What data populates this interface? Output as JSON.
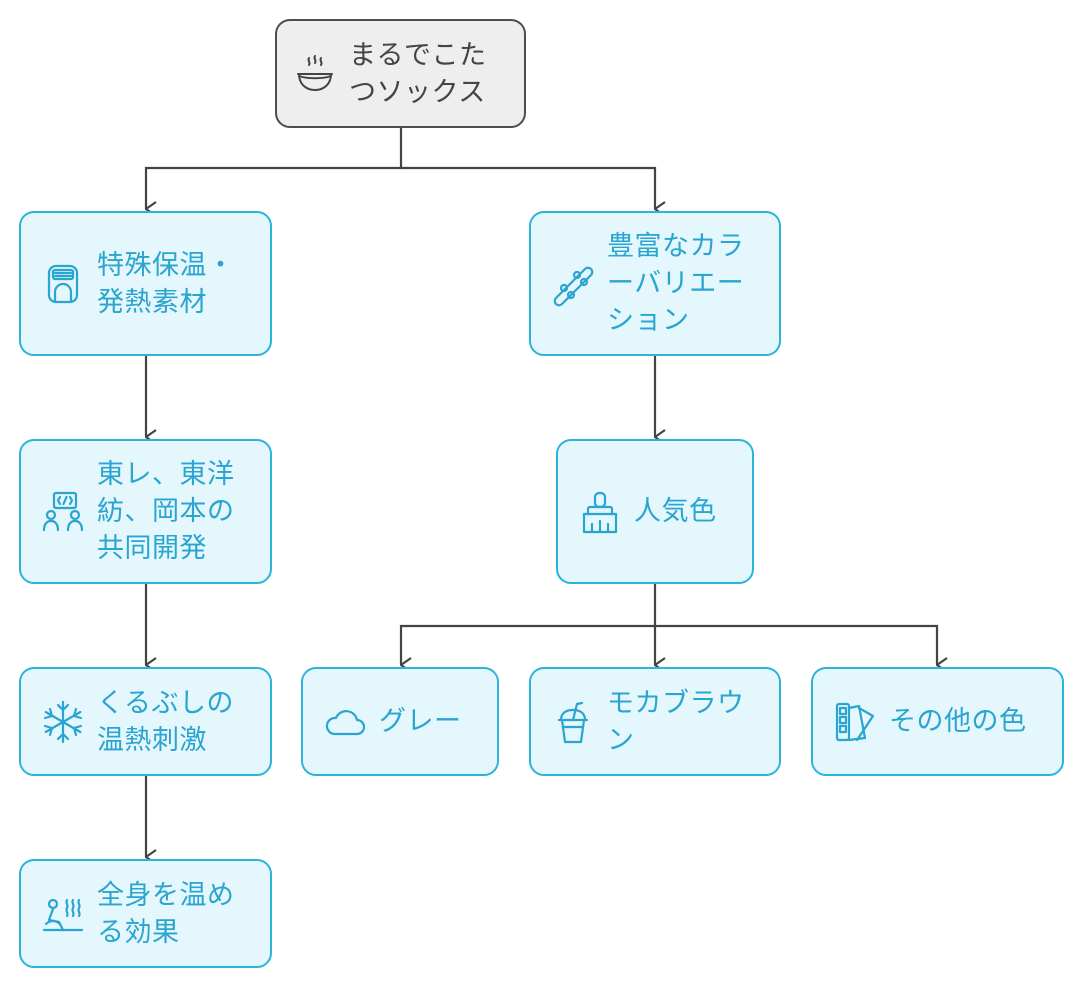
{
  "colors": {
    "accent_border": "#2bb3dc",
    "accent_fill": "#e4f7fc",
    "accent_text": "#2aa4d0",
    "root_border": "#4d4d4d",
    "root_fill": "#eeeeee",
    "root_text": "#444444",
    "edge": "#444444"
  },
  "nodes": {
    "root": {
      "label": "まるでこた\nつソックス",
      "icon": "steaming-bowl-icon"
    },
    "material": {
      "label": "特殊保温・\n発熱素材",
      "icon": "thermos-icon"
    },
    "partners": {
      "label": "東レ、東洋\n紡、岡本の\n共同開発",
      "icon": "collaboration-icon"
    },
    "stimulation": {
      "label": "くるぶしの\n温熱刺激",
      "icon": "snowflake-icon"
    },
    "effect": {
      "label": "全身を温め\nる効果",
      "icon": "hot-spring-bath-icon"
    },
    "colors_variety": {
      "label": "豊富なカラ\nーバリエー\nション",
      "icon": "skateboard-icon"
    },
    "popular": {
      "label": "人気色",
      "icon": "paint-brush-icon"
    },
    "gray": {
      "label": "グレー",
      "icon": "cloud-icon"
    },
    "mocha": {
      "label": "モカブラウ\nン",
      "icon": "drink-cup-icon"
    },
    "other": {
      "label": "その他の色",
      "icon": "color-swatch-icon"
    }
  }
}
